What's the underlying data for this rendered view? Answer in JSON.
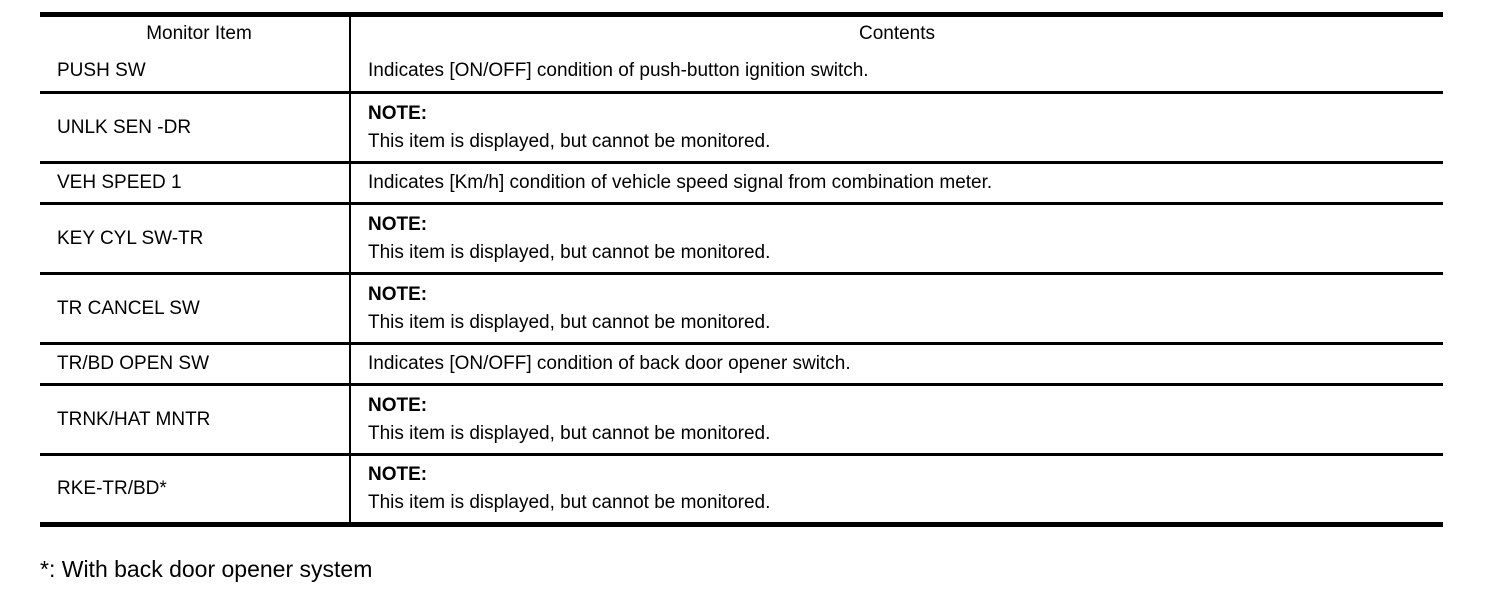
{
  "page": {
    "background_color": "#ffffff",
    "text_color": "#000000",
    "border_color": "#000000"
  },
  "table": {
    "headers": {
      "monitor_item": "Monitor Item",
      "contents": "Contents"
    },
    "rows": [
      {
        "item": "PUSH SW",
        "type": "plain",
        "text": "Indicates [ON/OFF] condition of push-button ignition switch."
      },
      {
        "item": "UNLK SEN -DR",
        "type": "note",
        "note_label": "NOTE:",
        "text": "This item is displayed, but cannot be monitored."
      },
      {
        "item": "VEH SPEED 1",
        "type": "plain",
        "text": "Indicates [Km/h] condition of vehicle speed signal from combination meter."
      },
      {
        "item": "KEY CYL SW-TR",
        "type": "note",
        "note_label": "NOTE:",
        "text": "This item is displayed, but cannot be monitored."
      },
      {
        "item": "TR CANCEL SW",
        "type": "note",
        "note_label": "NOTE:",
        "text": "This item is displayed, but cannot be monitored."
      },
      {
        "item": "TR/BD OPEN SW",
        "type": "plain",
        "text": "Indicates [ON/OFF] condition of back door opener switch."
      },
      {
        "item": "TRNK/HAT MNTR",
        "type": "note",
        "note_label": "NOTE:",
        "text": "This item is displayed, but cannot be monitored."
      },
      {
        "item": "RKE-TR/BD*",
        "type": "note",
        "note_label": "NOTE:",
        "text": "This item is displayed, but cannot be monitored."
      }
    ]
  },
  "footnote": "*: With back door opener system"
}
